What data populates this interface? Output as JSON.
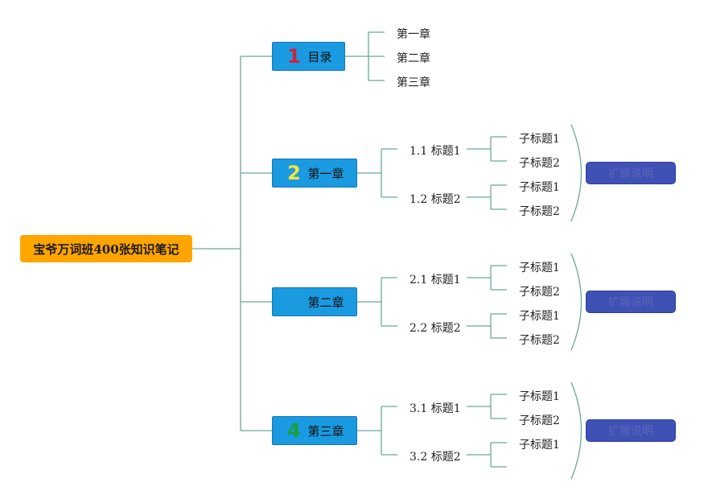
{
  "root": {
    "label": "宝爷万词班400张知识笔记"
  },
  "chapters": [
    {
      "badge": "1",
      "badge_color": "#d0213a",
      "label": "目录",
      "children": [
        "第一章",
        "第二章",
        "第三章"
      ]
    },
    {
      "badge": "2",
      "badge_color": "#f7e43a",
      "label": "第一章",
      "sections": [
        {
          "label": "1.1 标题1",
          "subs": [
            "子标题1",
            "子标题2"
          ]
        },
        {
          "label": "1.2 标题2",
          "subs": [
            "子标题1",
            "子标题2"
          ]
        }
      ],
      "note": "扩展说明"
    },
    {
      "badge": "",
      "badge_color": "",
      "label": "第二章",
      "sections": [
        {
          "label": "2.1 标题1",
          "subs": [
            "子标题1",
            "子标题2"
          ]
        },
        {
          "label": "2.2 标题2",
          "subs": [
            "子标题1",
            "子标题2"
          ]
        }
      ],
      "note": "扩展说明"
    },
    {
      "badge": "4",
      "badge_color": "#1a9f3c",
      "label": "第三章",
      "sections": [
        {
          "label": "3.1 标题1",
          "subs": [
            "子标题1",
            "子标题2"
          ]
        },
        {
          "label": "3.2 标题2",
          "subs": [
            "子标题1",
            ""
          ]
        }
      ],
      "note": "扩展说明"
    }
  ],
  "colors": {
    "connector": "#6aa89a",
    "root_bg": "#ffa500",
    "chapter_bg": "#1a9ae0",
    "note_bg": "#3f51b5"
  }
}
